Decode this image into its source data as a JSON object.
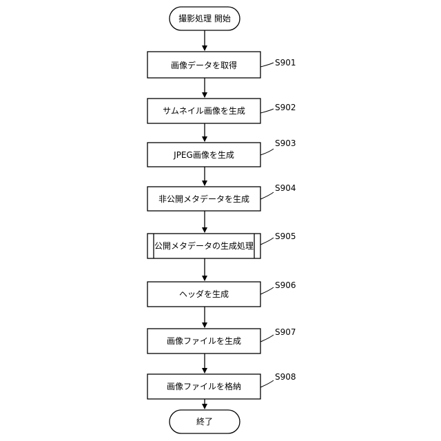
{
  "flowchart": {
    "start": {
      "label": "撮影処理 開始"
    },
    "steps": [
      {
        "id": "S901",
        "label": "画像データを取得"
      },
      {
        "id": "S902",
        "label": "サムネイル画像を生成"
      },
      {
        "id": "S903",
        "label": "JPEG画像を生成"
      },
      {
        "id": "S904",
        "label": "非公開メタデータを生成"
      },
      {
        "id": "S905",
        "label": "公開メタデータの生成処理"
      },
      {
        "id": "S906",
        "label": "ヘッダを生成"
      },
      {
        "id": "S907",
        "label": "画像ファイルを生成"
      },
      {
        "id": "S908",
        "label": "画像ファイルを格納"
      }
    ],
    "end": {
      "label": "終了"
    }
  }
}
